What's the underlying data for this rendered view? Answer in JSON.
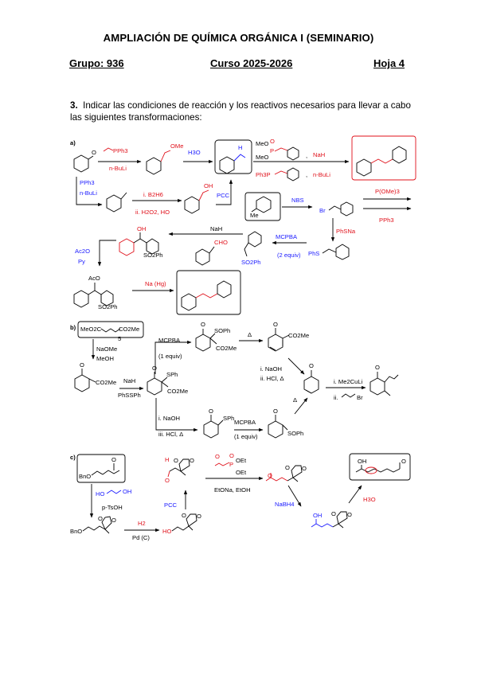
{
  "header": {
    "title": "AMPLIACIÓN DE QUÍMICA ORGÁNICA I (SEMINARIO)",
    "group": "Grupo: 936",
    "course": "Curso 2025-2026",
    "sheet": "Hoja 4"
  },
  "question": {
    "number": "3",
    "text": "Indicar las condiciones de reacción y los reactivos necesarios para llevar a cabo las siguientes transformaciones:"
  },
  "colors": {
    "red": "#e0101a",
    "blue": "#1a1aff",
    "black": "#000000"
  },
  "part_a": {
    "label": "a)",
    "ylide": "PPh3",
    "ome": "OMe",
    "nbuli_1": "n-BuLi",
    "h3o": "H3O",
    "h_ald": "H",
    "meo_1": "MeO",
    "meo_2": "MeO",
    "p_label": "P",
    "o_label": "O",
    "nah_1": "NaH",
    "comma": ",",
    "ph3p": "Ph3P",
    "nbuli_2": "n-BuLi",
    "pph3_minus": "PPh3",
    "nbuli_3": "n-BuLi",
    "b2h6": "i. B2H6",
    "h2o2": "ii. H2O2, HO",
    "oh_1": "OH",
    "pcc_1": "PCC",
    "me": "Me",
    "nbs": "NBS",
    "br": "Br",
    "pome3": "P(OMe)3",
    "pph3_b": "PPh3",
    "phsna": "PhSNa",
    "phs": "PhS",
    "mcpba": "MCPBA",
    "mcpba_eq": "(2 equiv)",
    "so2ph_1": "SO2Ph",
    "nah_2": "NaH",
    "cho": "CHO",
    "oh_2": "OH",
    "so2ph_2": "SO2Ph",
    "ac2o": "Ac2O",
    "py": "Py",
    "aco": "AcO",
    "so2ph_3": "SO2Ph",
    "nahg": "Na (Hg)"
  },
  "part_b": {
    "label": "b)",
    "meo2c": "MeO2C",
    "co2me_top": "CO2Me",
    "five": "5",
    "naome": "NaOMe",
    "meoh": "MeOH",
    "mcpba_1": "MCPBA",
    "equiv_1": "(1 equiv)",
    "o1": "O",
    "sophb": "SOPh",
    "co2me_1": "CO2Me",
    "delta_1": "Δ",
    "o2": "O",
    "co2me_2": "CO2Me",
    "o3": "O",
    "co2me_3": "CO2Me",
    "nah": "NaH",
    "phsph": "PhSSPh",
    "o4": "O",
    "sph_1": "SPh",
    "co2me_4": "CO2Me",
    "naoh_1": "i. NaOH",
    "hcl_1": "ii. HCl, Δ",
    "o5": "O",
    "delta_2": "Δ",
    "me2culi": "i. Me2CuLi",
    "allylbr": "ii.",
    "br": "Br",
    "o6": "O",
    "naoh_2": "i. NaOH",
    "hcl_2": "iii. HCl, Δ",
    "o7": "O",
    "sph_2": "SPh",
    "mcpba_2": "MCPBA",
    "equiv_2": "(1 equiv)",
    "o8": "O",
    "soph_2": "SOPh"
  },
  "part_c": {
    "label": "c)",
    "bno_1": "BnO",
    "o_c1": "O",
    "diol_oh_1": "HO",
    "diol_oh_2": "OH",
    "ptsoh": "p-TsOH",
    "bno_2": "BnO",
    "o_k1": "O",
    "o_k2": "O",
    "h2": "H2",
    "pdc": "Pd (C)",
    "ho": "HO",
    "o_k3": "O",
    "o_k4": "O",
    "pcc": "PCC",
    "h_ald": "H",
    "o_ald": "O",
    "o_k5": "O",
    "o_k6": "O",
    "hwe_o": "O",
    "hwe_p": "P",
    "oet_1": "OEt",
    "oet_2": "OEt",
    "hwe_po": "O",
    "etona": "EtONa, EtOH",
    "o_en": "O",
    "o_k7": "O",
    "o_k8": "O",
    "nabh4": "NaBH4",
    "oh_c": "OH",
    "o_k9": "O",
    "o_k10": "O",
    "h3o": "H3O",
    "oh_final": "OH",
    "o_final": "O"
  }
}
